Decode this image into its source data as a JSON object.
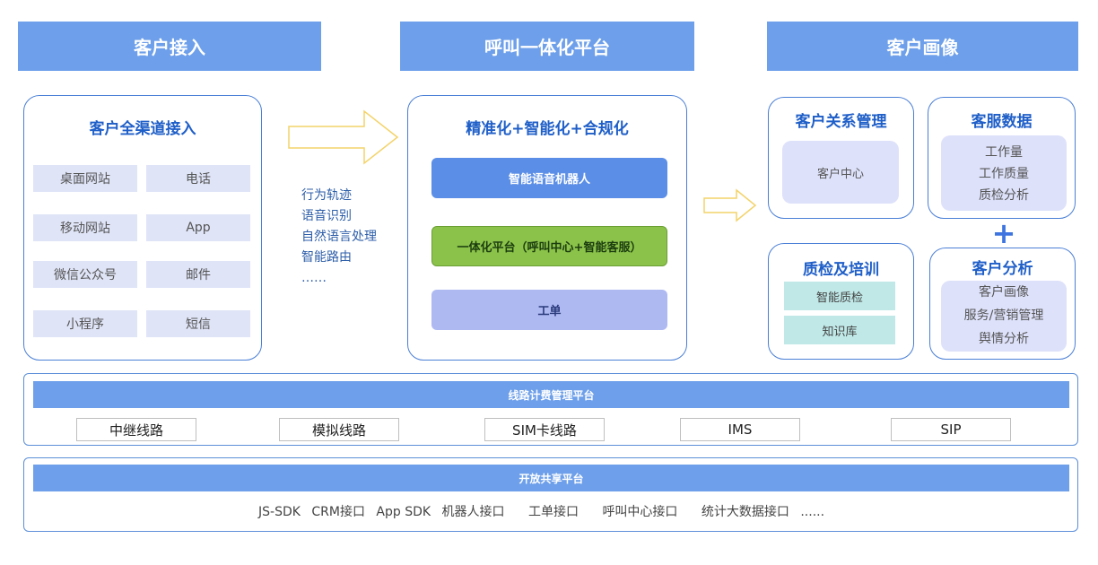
{
  "headers": {
    "access": "客户接入",
    "platform": "呼叫一体化平台",
    "portrait": "客户画像"
  },
  "access_panel": {
    "title": "客户全渠道接入",
    "channels": [
      "桌面网站",
      "电话",
      "移动网站",
      "App",
      "微信公众号",
      "邮件",
      "小程序",
      "短信"
    ]
  },
  "capabilities": [
    "行为轨迹",
    "语音识别",
    "自然语言处理",
    "智能路由",
    "……"
  ],
  "platform_panel": {
    "title": "精准化+智能化+合规化",
    "robot": "智能语音机器人",
    "integrated": "一体化平台（呼叫中心+智能客服）",
    "ticket": "工单"
  },
  "crm_panel": {
    "title": "客户关系管理",
    "item": "客户中心"
  },
  "service_data_panel": {
    "title": "客服数据",
    "items": [
      "工作量",
      "工作质量",
      "质检分析"
    ]
  },
  "plus_sign": "+",
  "qc_panel": {
    "title": "质检及培训",
    "items": [
      "智能质检",
      "知识库"
    ]
  },
  "analysis_panel": {
    "title": "客户分析",
    "items": [
      "客户画像",
      "服务/营销管理",
      "舆情分析"
    ]
  },
  "line_platform": {
    "title": "线路计费管理平台",
    "lines": [
      "中继线路",
      "模拟线路",
      "SIM卡线路",
      "IMS",
      "SIP"
    ]
  },
  "open_platform": {
    "title": "开放共享平台",
    "apis": [
      "JS-SDK",
      "CRM接口",
      "App SDK",
      "机器人接口",
      "工单接口",
      "呼叫中心接口",
      "统计大数据接口",
      "......"
    ]
  },
  "colors": {
    "header_blue": "#6d9fea",
    "border_blue": "#4a7fd6",
    "green": "#8bc34a",
    "robot_blue": "#5b8ee6",
    "ticket_lavender": "#aeb9f2",
    "arrow_yellow": "#f3d36a",
    "teal": "#bfe8e7"
  },
  "icons": [
    "arrow-right-icon",
    "plus-icon"
  ]
}
